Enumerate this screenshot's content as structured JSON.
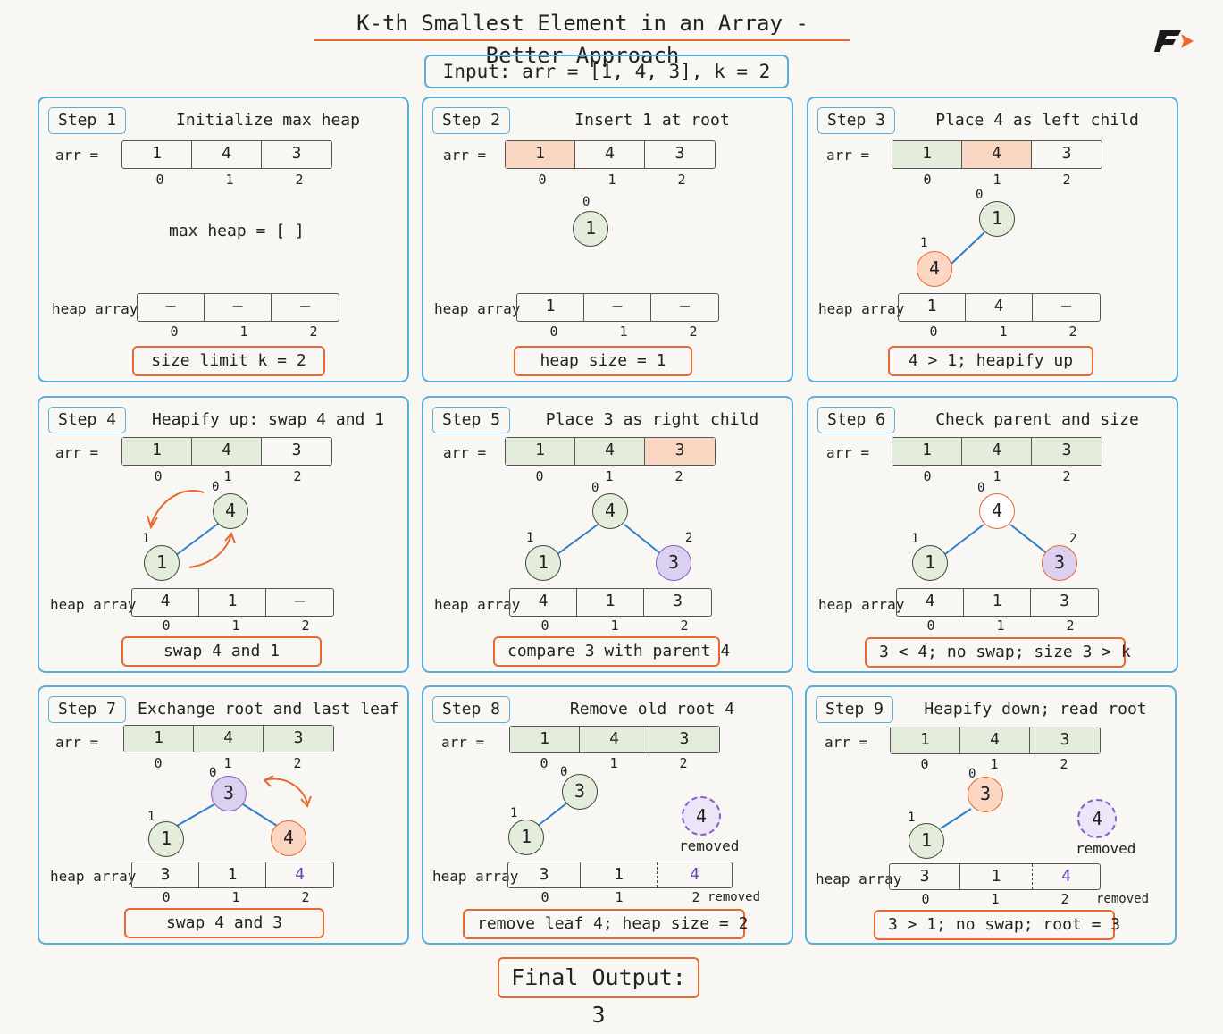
{
  "title": "K-th Smallest Element in an Array - Better Approach",
  "input": "Input:  arr = [1, 4, 3], k = 2",
  "labels": {
    "arr": "arr =",
    "heap": "heap array",
    "removed": "removed"
  },
  "arr_values": [
    "1",
    "4",
    "3"
  ],
  "indices": [
    "0",
    "1",
    "2"
  ],
  "steps": [
    {
      "badge": "Step 1",
      "title": "Initialize max heap",
      "note": "max heap = [ ]",
      "heap": [
        "–",
        "–",
        "–"
      ],
      "status": "size limit k = 2"
    },
    {
      "badge": "Step 2",
      "title": "Insert 1 at root",
      "heap": [
        "1",
        "–",
        "–"
      ],
      "status": "heap size = 1",
      "nodes": [
        "1"
      ]
    },
    {
      "badge": "Step 3",
      "title": "Place 4 as left child",
      "heap": [
        "1",
        "4",
        "–"
      ],
      "status": "4 > 1; heapify up",
      "nodes": [
        "1",
        "4"
      ]
    },
    {
      "badge": "Step 4",
      "title": "Heapify up: swap 4 and 1",
      "heap": [
        "4",
        "1",
        "–"
      ],
      "status": "swap 4 and 1",
      "nodes": [
        "4",
        "1"
      ]
    },
    {
      "badge": "Step 5",
      "title": "Place 3 as right child",
      "heap": [
        "4",
        "1",
        "3"
      ],
      "status": "compare 3 with parent 4",
      "nodes": [
        "4",
        "1",
        "3"
      ]
    },
    {
      "badge": "Step 6",
      "title": "Check parent and size",
      "heap": [
        "4",
        "1",
        "3"
      ],
      "status": "3 < 4; no swap; size 3 > k",
      "nodes": [
        "4",
        "1",
        "3"
      ]
    },
    {
      "badge": "Step 7",
      "title": "Exchange root and last leaf",
      "heap": [
        "3",
        "1",
        "4"
      ],
      "status": "swap 4 and 3",
      "nodes": [
        "3",
        "1",
        "4"
      ]
    },
    {
      "badge": "Step 8",
      "title": "Remove old root 4",
      "heap": [
        "3",
        "1",
        "4"
      ],
      "status": "remove leaf 4; heap size = 2",
      "nodes": [
        "3",
        "1",
        "4"
      ]
    },
    {
      "badge": "Step 9",
      "title": "Heapify down; read root",
      "heap": [
        "3",
        "1",
        "4"
      ],
      "status": "3 > 1; no swap; root = 3",
      "nodes": [
        "3",
        "1",
        "4"
      ]
    }
  ],
  "final": "Final Output: 3",
  "colors": {
    "accent_orange": "#e8682f",
    "panel_blue": "#5aaedb",
    "purple": "#8a5cc8",
    "green_fill": "#e4ecdc"
  }
}
